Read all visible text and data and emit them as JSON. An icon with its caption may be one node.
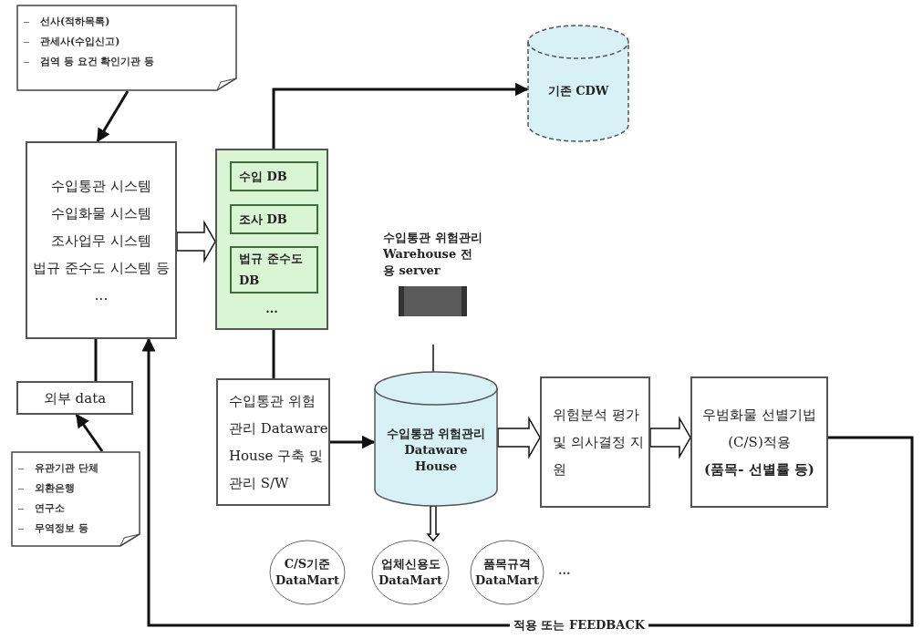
{
  "diagram": {
    "nodes": [
      {
        "text": [
          "선사(적하목록)",
          "관세사(수입신고)",
          "검역 등 요건 확인기관 등"
        ]
      },
      {
        "text": [
          "수입통관 시스템",
          "수입화물 시스템",
          "조사업무 시스템",
          "법규 준수도 시스템 등",
          "..."
        ]
      },
      {
        "text": [
          "..."
        ]
      },
      {
        "text": [
          "수입 DB"
        ],
        "in": 2
      },
      {
        "text": [
          "조사 DB"
        ],
        "in": 2
      },
      {
        "text": [
          "법규 준수도 DB"
        ],
        "in": 2
      },
      {
        "text": [
          "기존 CDW"
        ]
      },
      {
        "text": [
          "외부 data"
        ]
      },
      {
        "text": [
          "유관기관 단체",
          "외환은행",
          "연구소",
          "무역정보 등"
        ]
      },
      {
        "text": [
          "수입통관 위험관리 Dataware House 구축 및 관리 S/W"
        ]
      },
      {
        "text": [
          "수입통관 위험관리 Warehouse 전용 server"
        ]
      },
      {
        "text": [
          "수입통관 위험관리 Dataware House"
        ]
      },
      {
        "text": [
          "위험분석 평가 및 의사결정 지원"
        ]
      },
      {
        "text": [
          "우범화물 선별기법 (C/S)적용",
          "(품목- 선별률 등)"
        ]
      },
      {
        "text": [
          "C/S기준 DataMart"
        ]
      },
      {
        "text": [
          "업체신용도 DataMart"
        ]
      },
      {
        "text": [
          "품목규격 DataMart"
        ]
      }
    ],
    "edges": [
      {
        "from": 0,
        "to": 1,
        "arrow": "to"
      },
      {
        "from": 1,
        "to": 2,
        "arrow": "to"
      },
      {
        "from": 2,
        "to": 6,
        "arrow": "to"
      },
      {
        "from": 2,
        "to": 9,
        "arrow": "none"
      },
      {
        "from": 1,
        "to": 7,
        "arrow": "none"
      },
      {
        "from": 8,
        "to": 7,
        "arrow": "to"
      },
      {
        "from": 9,
        "to": 11,
        "arrow": "to"
      },
      {
        "from": 10,
        "to": 11,
        "arrow": "other"
      },
      {
        "from": 11,
        "to": 12,
        "arrow": "to"
      },
      {
        "from": 12,
        "to": 13,
        "arrow": "to"
      },
      {
        "from": 13,
        "to": 1,
        "arrow": "to",
        "label": "적용 또는 FEEDBACK"
      },
      {
        "from": 11,
        "to": 15,
        "arrow": "to"
      }
    ],
    "labels": [
      "..."
    ]
  }
}
